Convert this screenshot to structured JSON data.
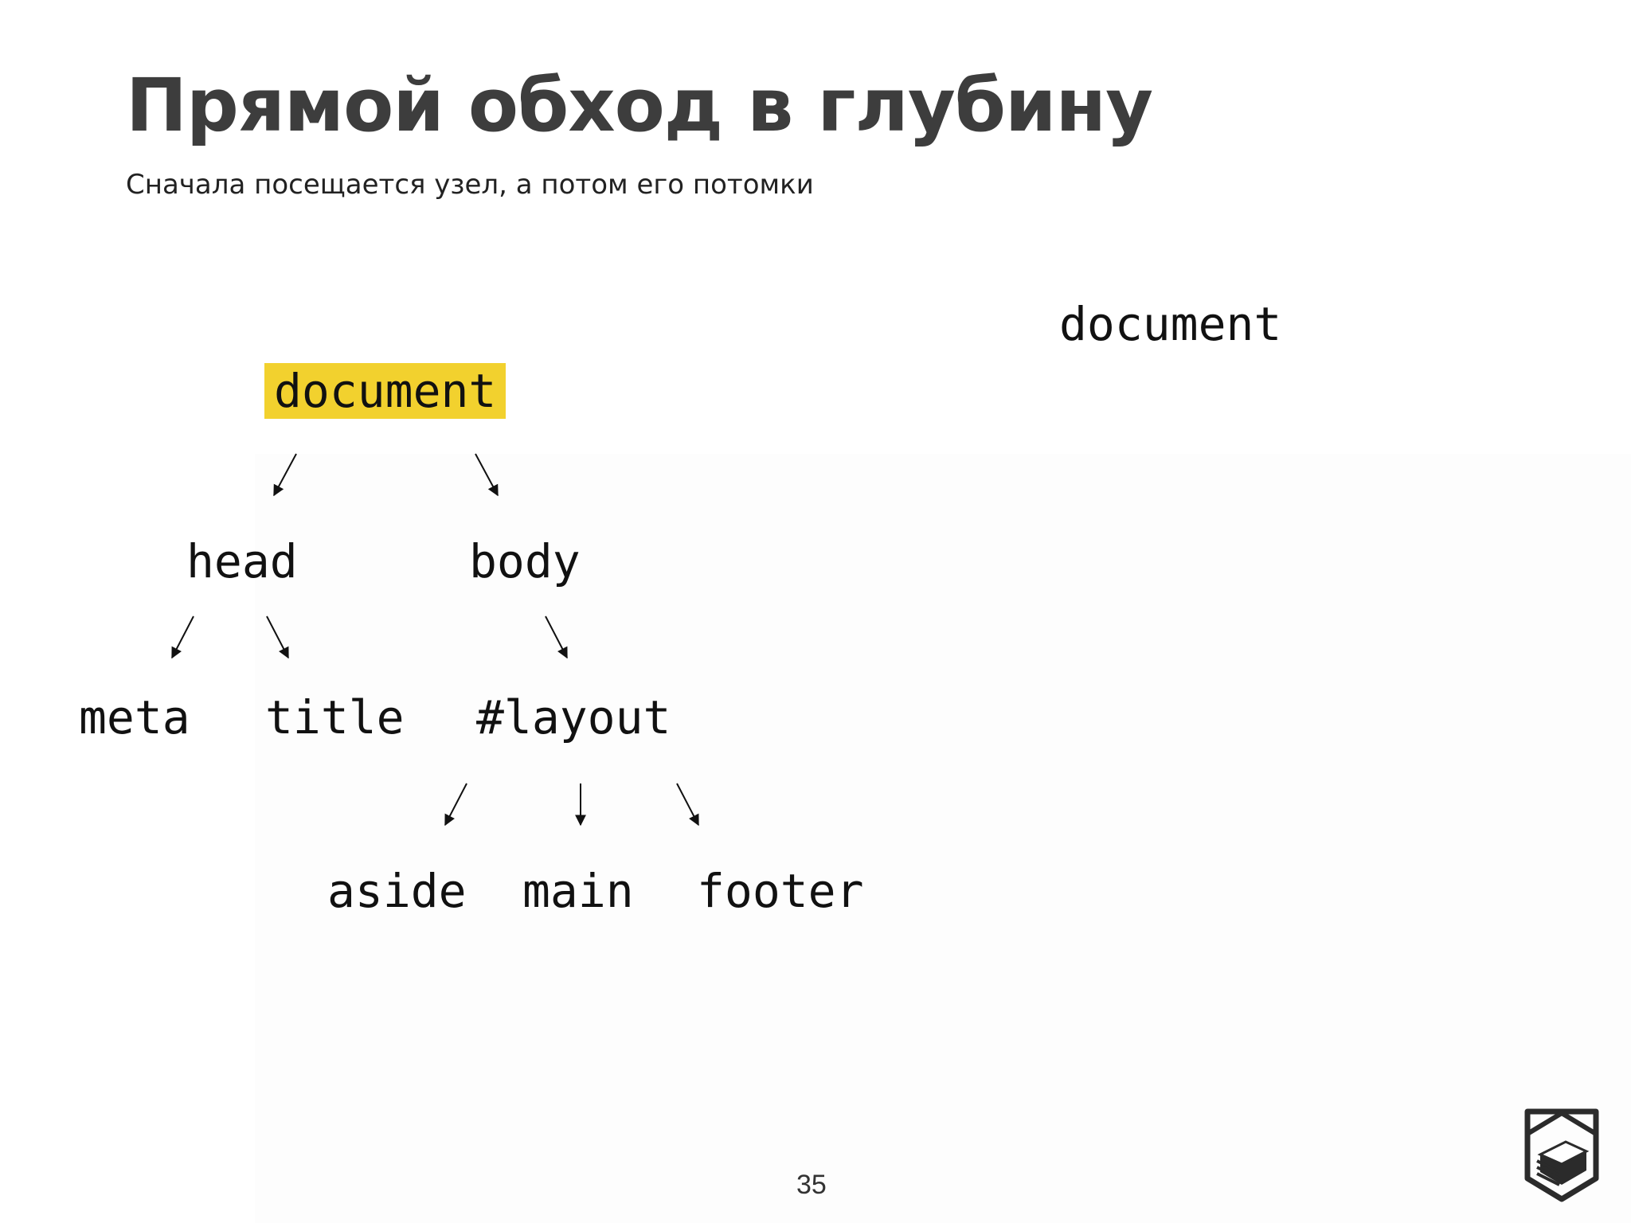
{
  "slide": {
    "title": "Прямой обход в глубину",
    "subtitle": "Сначала посещается узел, а потом его потомки",
    "page_number": "35"
  },
  "tree": {
    "root": "document",
    "head": "head",
    "body": "body",
    "meta": "meta",
    "title": "title",
    "layout": "#layout",
    "aside": "aside",
    "main": "main",
    "footer": "footer",
    "highlight_color": "#f2d12e"
  },
  "traversal_output": [
    "document"
  ],
  "icons": {
    "logo": "shield-logo-icon"
  }
}
